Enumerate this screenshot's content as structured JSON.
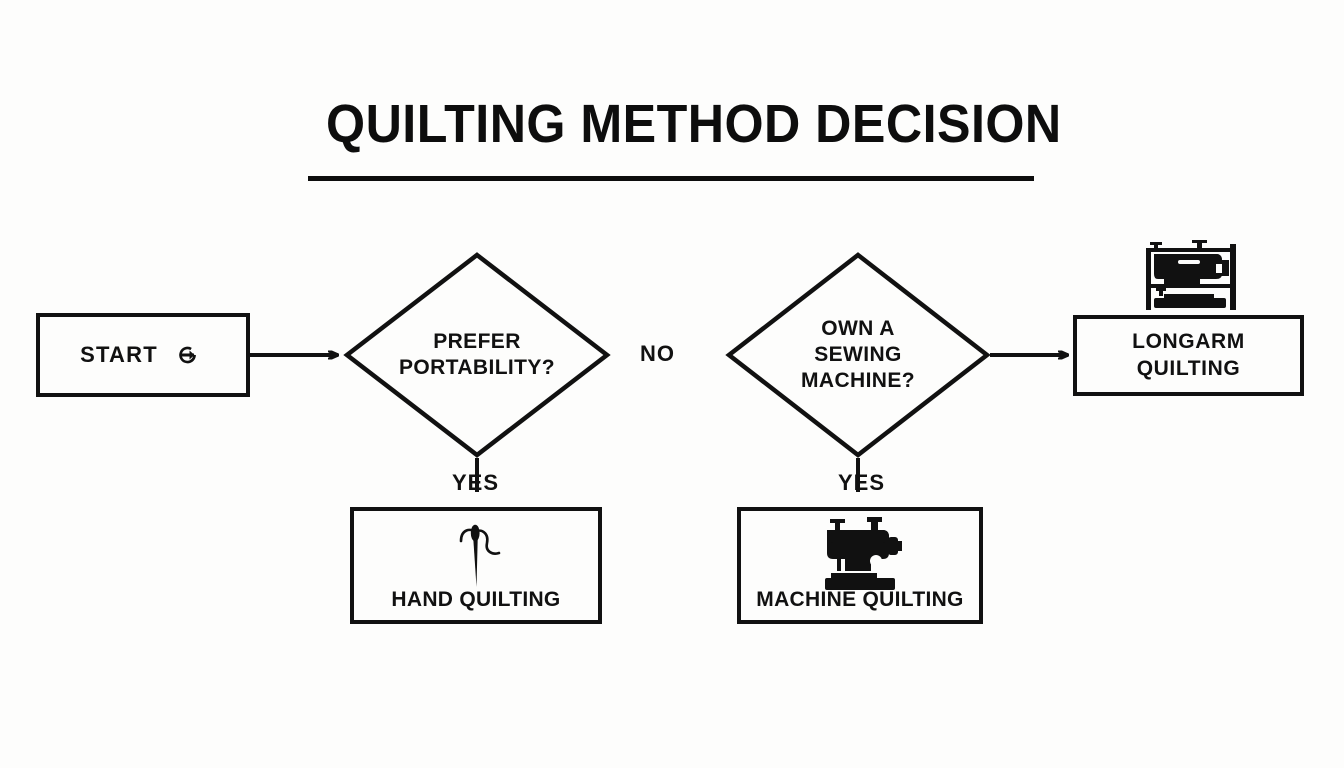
{
  "title": "QUILTING METHOD DECISION",
  "colors": {
    "background": "#fdfdfc",
    "ink": "#111111",
    "stroke": "#111111"
  },
  "nodes": {
    "start": {
      "label": "START",
      "icon": "login-icon",
      "shape": "rectangle"
    },
    "decision_portability": {
      "label": "PREFER\nPORTABILITY?",
      "shape": "diamond"
    },
    "decision_machine": {
      "label": "OWN A\nSEWING\nMACHINE?",
      "shape": "diamond"
    },
    "hand_quilting": {
      "label": "HAND QUILTING",
      "icon": "needle-thread-icon",
      "shape": "rectangle"
    },
    "machine_quilting": {
      "label": "MACHINE QUILTING",
      "icon": "sewing-machine-icon",
      "shape": "rectangle"
    },
    "longarm_quilting": {
      "label": "LONGARM\nQUILTING",
      "icon": "longarm-machine-icon",
      "shape": "rectangle"
    }
  },
  "edges": [
    {
      "from": "start",
      "to": "decision_portability",
      "label": "",
      "arrow": true
    },
    {
      "from": "decision_portability",
      "to": "hand_quilting",
      "label": "YES",
      "arrow": false
    },
    {
      "from": "decision_portability",
      "to": "decision_machine",
      "label": "NO",
      "arrow": false
    },
    {
      "from": "decision_machine",
      "to": "machine_quilting",
      "label": "YES",
      "arrow": false
    },
    {
      "from": "decision_machine",
      "to": "longarm_quilting",
      "label": "",
      "arrow": true
    }
  ],
  "edge_labels": {
    "no": "NO",
    "yes_portability": "YES",
    "yes_machine": "YES"
  }
}
